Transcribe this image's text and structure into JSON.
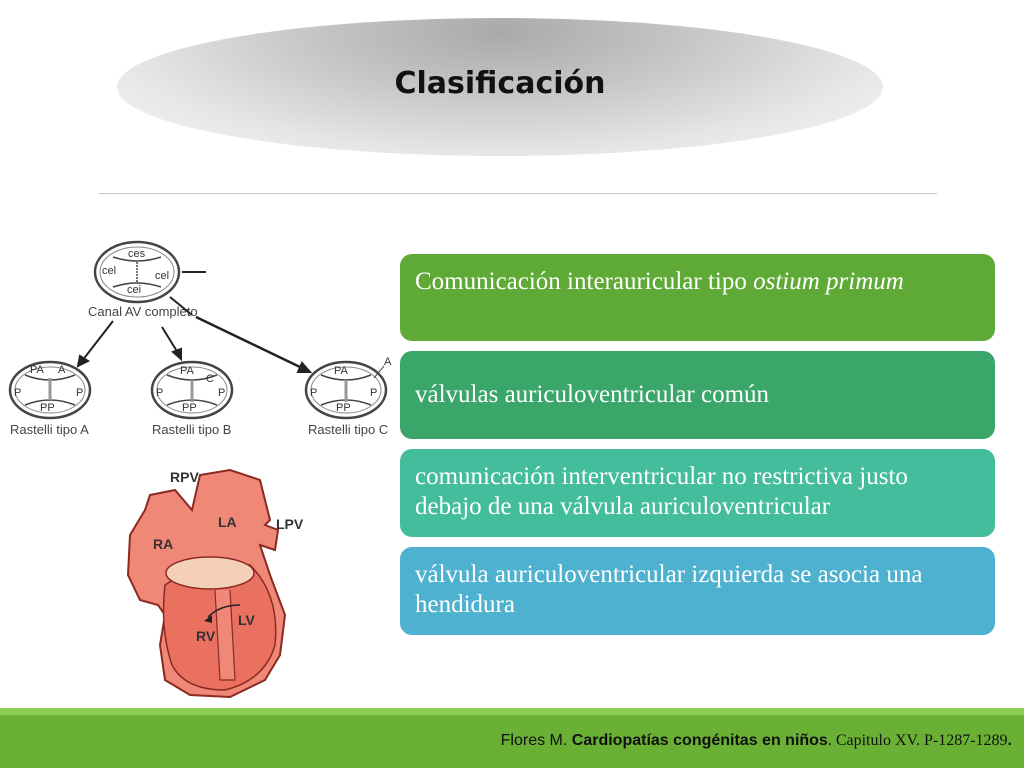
{
  "title": "Clasificación",
  "classification_items": [
    {
      "text": "Comunicación interauricular tipo ",
      "italic": "ostium primum"
    },
    {
      "text": "válvulas auriculoventricular común"
    },
    {
      "text": "comunicación interventricular no restrictiva justo debajo de una válvula auriculoventricular"
    },
    {
      "text": "válvula auriculoventricular izquierda se asocia una hendidura"
    }
  ],
  "diagram": {
    "complete": {
      "caption": "Canal AV completo",
      "labels": [
        "ces",
        "cel",
        "cel",
        "cei"
      ]
    },
    "types": [
      {
        "caption": "Rastelli tipo A",
        "labels": [
          "PA",
          "A",
          "P",
          "P",
          "PP"
        ]
      },
      {
        "caption": "Rastelli tipo B",
        "labels": [
          "PA",
          "C",
          "P",
          "P",
          "PP"
        ]
      },
      {
        "caption": "Rastelli tipo C",
        "labels": [
          "PA",
          "A",
          "P",
          "P",
          "PP"
        ]
      }
    ]
  },
  "heart": {
    "labels": [
      "RPV",
      "LA",
      "LPV",
      "RA",
      "LV",
      "RV"
    ]
  },
  "citation": {
    "author": "Flores M. ",
    "book": "Cardiopatías congénitas en niños",
    "rest": ". Capitulo XV. P-1287-1289",
    "end": "."
  }
}
